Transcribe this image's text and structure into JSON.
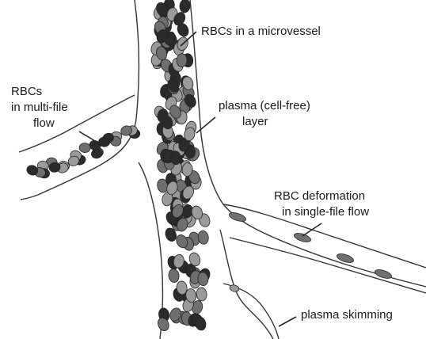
{
  "labels": {
    "main_vessel": "RBCs in a microvessel",
    "multi_file_line1": "RBCs",
    "multi_file_line2": "in multi-file",
    "multi_file_line3": "flow",
    "plasma_line1": "plasma (cell-free)",
    "plasma_line2": "layer",
    "deformation_line1": "RBC deformation",
    "deformation_line2": "in single-file flow",
    "skimming": "plasma skimming"
  },
  "colors": {
    "rbc_dark": "#2b2b2b",
    "rbc_mid": "#6f6f6f",
    "rbc_light": "#9a9a9a",
    "wall": "#333333"
  }
}
